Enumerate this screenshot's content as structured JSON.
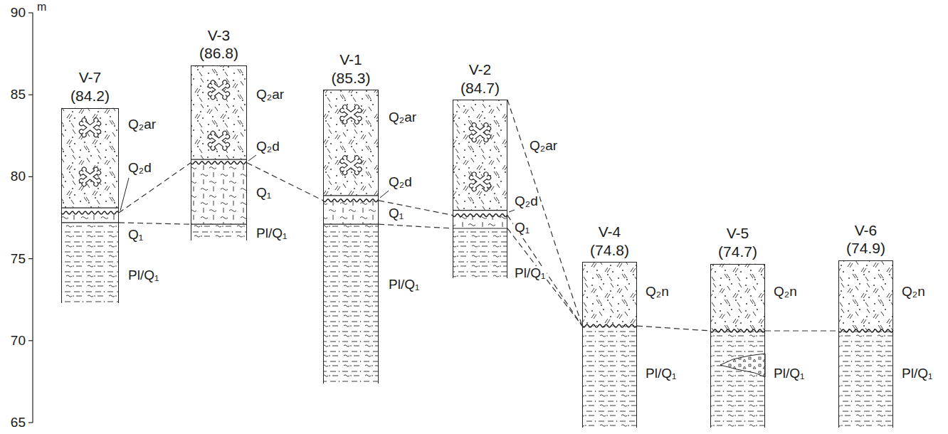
{
  "diagram": {
    "nodes": [
      {
        "text": [
          "V-7",
          "(84.2)"
        ]
      },
      {
        "text": [
          "V-3",
          "(86.8)"
        ]
      },
      {
        "text": [
          "V-1",
          "(85.3)"
        ]
      },
      {
        "text": [
          "V-2",
          "(84.7)"
        ]
      },
      {
        "text": [
          "V-4",
          "(74.8)"
        ]
      },
      {
        "text": [
          "V-5",
          "(74.7)"
        ]
      },
      {
        "text": [
          "V-6",
          "(74.9)"
        ]
      }
    ],
    "edges": [
      {
        "from": 0,
        "to": 1,
        "arrow": "none"
      },
      {
        "from": 0,
        "to": 1,
        "arrow": "none"
      },
      {
        "from": 1,
        "to": 2,
        "arrow": "none"
      },
      {
        "from": 2,
        "to": 3,
        "arrow": "none"
      },
      {
        "from": 2,
        "to": 3,
        "arrow": "none"
      },
      {
        "from": 3,
        "to": 4,
        "arrow": "none"
      },
      {
        "from": 3,
        "to": 4,
        "arrow": "none"
      },
      {
        "from": 3,
        "to": 4,
        "arrow": "none"
      },
      {
        "from": 4,
        "to": 5,
        "arrow": "none"
      },
      {
        "from": 5,
        "to": 6,
        "arrow": "none"
      }
    ],
    "labels": [
      "m",
      "90",
      "85",
      "80",
      "75",
      "70",
      "65",
      "Q₂ar",
      "Q₂d",
      "Q₁",
      "Pl/Q₁",
      "Q₂ar",
      "Q₂d",
      "Q₁",
      "Pl/Q₁",
      "Q₂ar",
      "Q₂d",
      "Q₁",
      "Pl/Q₁",
      "Q₂ar",
      "Q₂d",
      "Q₁",
      "Pl/Q₁",
      "Q₂n",
      "Pl/Q₁",
      "Q₂n",
      "Pl/Q₁",
      "Q₂n",
      "Pl/Q₁"
    ]
  }
}
